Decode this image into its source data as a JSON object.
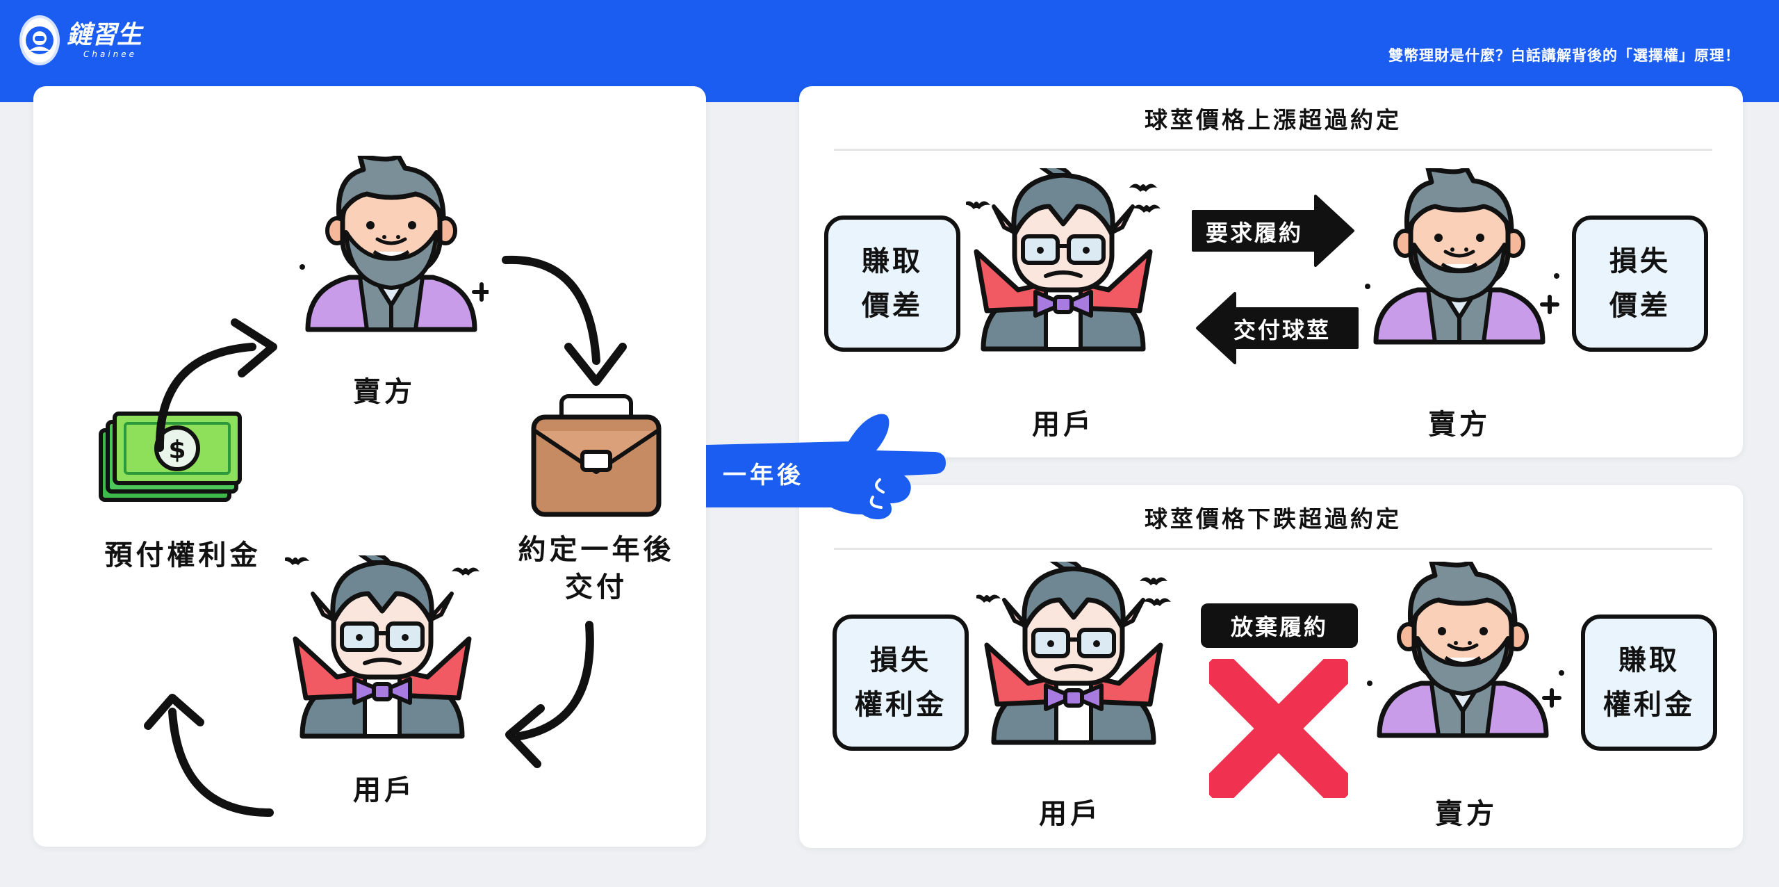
{
  "header": {
    "brand": "鏈習生",
    "brand_sub": "Chainee",
    "subtitle": "雙幣理財是什麼？白話講解背後的「選擇權」原理！"
  },
  "cycle": {
    "seller_label": "賣方",
    "user_label": "用戶",
    "premium_label": "預付權利金",
    "delivery_label_line1": "約定一年後",
    "delivery_label_line2": "交付"
  },
  "pointer": {
    "label": "一年後"
  },
  "scenario_up": {
    "title": "球莖價格上漲超過約定",
    "user_box_line1": "賺取",
    "user_box_line2": "價差",
    "seller_box_line1": "損失",
    "seller_box_line2": "價差",
    "tag_request": "要求履約",
    "tag_deliver": "交付球莖",
    "user_label": "用戶",
    "seller_label": "賣方"
  },
  "scenario_down": {
    "title": "球莖價格下跌超過約定",
    "user_box_line1": "損失",
    "user_box_line2": "權利金",
    "seller_box_line1": "賺取",
    "seller_box_line2": "權利金",
    "tag_abandon": "放棄履約",
    "user_label": "用戶",
    "seller_label": "賣方"
  },
  "colors": {
    "brand_blue": "#1a5df0",
    "cross_red": "#f0314f",
    "box_fill": "#e9f4fc"
  }
}
